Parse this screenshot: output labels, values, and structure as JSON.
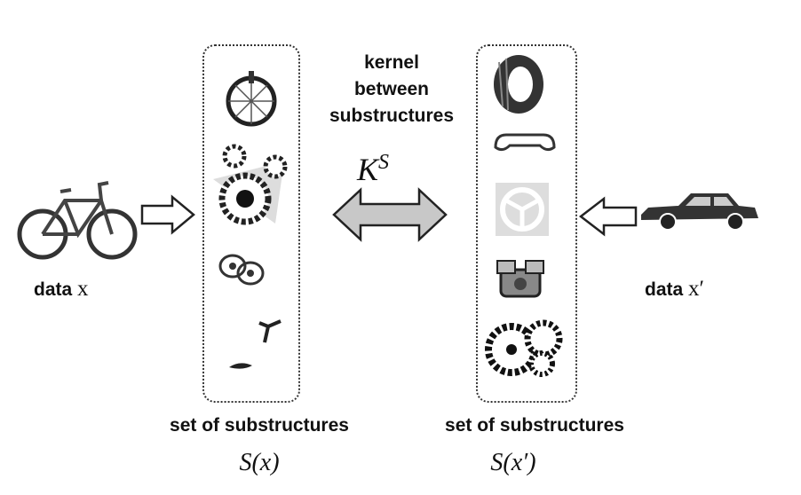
{
  "left": {
    "data_word": "data",
    "data_var": "x",
    "set_label": "set of substructures",
    "set_math": "S(x)",
    "icons": [
      "bicycle-icon",
      "bicycle-wheel-icon",
      "bicycle-gears-icon",
      "chain-icon",
      "handlebar-icon",
      "saddle-icon"
    ]
  },
  "right": {
    "data_word": "data",
    "data_var": "x′",
    "set_label": "set of substructures",
    "set_math": "S(x′)",
    "icons": [
      "car-icon",
      "tire-icon",
      "bumper-icon",
      "steering-wheel-icon",
      "engine-icon",
      "car-gears-icon"
    ]
  },
  "kernel": {
    "line1": "kernel",
    "line2": "between",
    "line3": "substructures",
    "symbol": "K",
    "superscript": "S"
  },
  "colors": {
    "arrow_fill": "#c8c8c8",
    "outline": "#222222",
    "box_border": "#333333"
  }
}
